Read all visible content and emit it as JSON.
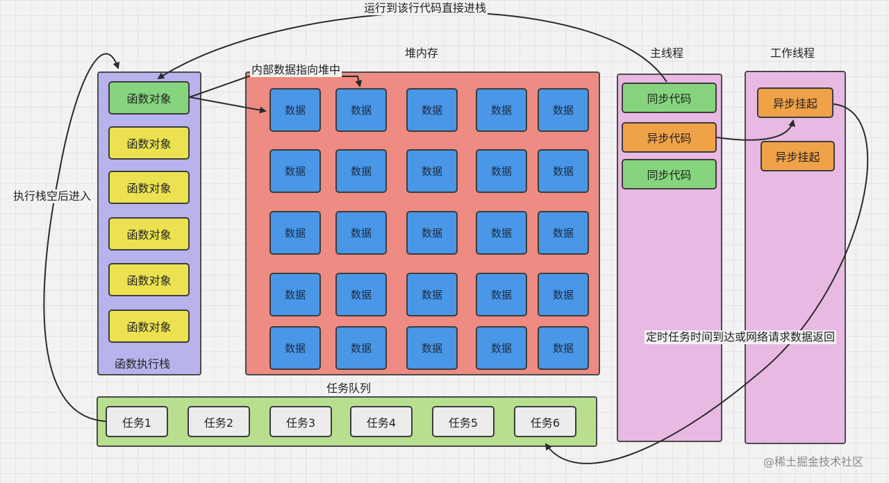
{
  "annotations": {
    "top_arrow": "运行到该行代码直接进栈",
    "internal_pointer": "内部数据指向堆中",
    "stack_empty_enter": "执行栈空后进入",
    "timer_return": "定时任务时间到达或网络请求数据返回"
  },
  "stack": {
    "title": "函数执行栈",
    "items": [
      "函数对象",
      "函数对象",
      "函数对象",
      "函数对象",
      "函数对象",
      "函数对象"
    ]
  },
  "heap": {
    "title": "堆内存",
    "cell_label": "数据",
    "rows": [
      [
        "数据",
        "数据",
        "数据",
        "数据",
        "数据"
      ],
      [
        "数据",
        "数据",
        "数据",
        "数据",
        "数据"
      ],
      [
        "数据",
        "数据",
        "数据",
        "数据",
        "数据"
      ],
      [
        "数据",
        "数据",
        "数据",
        "数据",
        "数据"
      ],
      [
        "数据",
        "数据",
        "数据",
        "数据",
        "数据"
      ]
    ]
  },
  "main_thread": {
    "title": "主线程",
    "items": [
      "同步代码",
      "异步代码",
      "同步代码"
    ]
  },
  "worker_thread": {
    "title": "工作线程",
    "items": [
      "异步挂起",
      "异步挂起"
    ]
  },
  "task_queue": {
    "title": "任务队列",
    "items": [
      "任务1",
      "任务2",
      "任务3",
      "任务4",
      "任务5",
      "任务6"
    ]
  },
  "watermark": "@稀土掘金技术社区",
  "colors": {
    "stack_panel": "#b8b3ec",
    "heap_panel": "#ee8b82",
    "main_panel": "#e8b9e2",
    "worker_panel": "#e8b9e2",
    "queue_panel": "#b7df8e",
    "green_box": "#86d57e",
    "yellow_box": "#ece251",
    "blue_box": "#4a97e8",
    "orange_box": "#f0a248",
    "gray_box": "#ececec"
  }
}
